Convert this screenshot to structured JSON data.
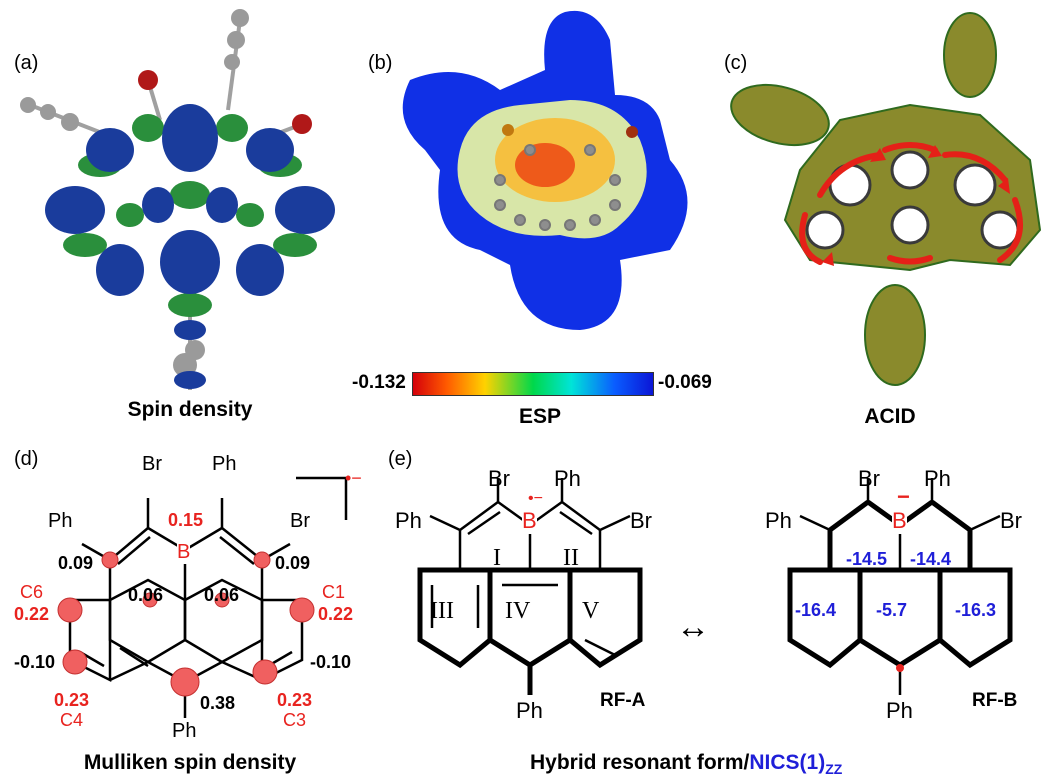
{
  "panels": {
    "a": {
      "label": "(a)",
      "title": "Spin density"
    },
    "b": {
      "label": "(b)",
      "title": "ESP",
      "colorbar": {
        "min": "-0.132",
        "max": "-0.069"
      }
    },
    "c": {
      "label": "(c)",
      "title": "ACID"
    },
    "d": {
      "label": "(d)",
      "title": "Mulliken spin density",
      "charge": "•−",
      "substituents": {
        "br": "Br",
        "ph": "Ph",
        "b": "B"
      },
      "values": {
        "boron": "0.15",
        "left_c": "0.09",
        "right_c": "0.09",
        "inner_left": "0.06",
        "inner_right": "0.06",
        "c6": "0.22",
        "c1": "0.22",
        "left_mid": "-0.10",
        "right_mid": "-0.10",
        "c4": "0.23",
        "c3": "0.23",
        "center_bottom": "0.38"
      },
      "atom_labels": {
        "c6": "C6",
        "c1": "C1",
        "c4": "C4",
        "c3": "C3"
      }
    },
    "e": {
      "label": "(e)",
      "title_main": "Hybrid resonant form/",
      "title_nics": "NICS(1)",
      "title_sub": "ZZ",
      "rf_a": {
        "name": "RF-A",
        "rings": [
          "I",
          "II",
          "III",
          "IV",
          "V"
        ],
        "boron": "B",
        "radical": "•−"
      },
      "rf_b": {
        "name": "RF-B",
        "boron": "B",
        "charge": "−",
        "nics": [
          "-14.5",
          "-14.4",
          "-16.4",
          "-5.7",
          "-16.3"
        ]
      },
      "arrow": "↔"
    }
  },
  "colors": {
    "accent_red": "#e8231f",
    "accent_blue": "#1f1fd8",
    "iso_blue": "#1a3c9c",
    "iso_green": "#2a8f3c"
  }
}
